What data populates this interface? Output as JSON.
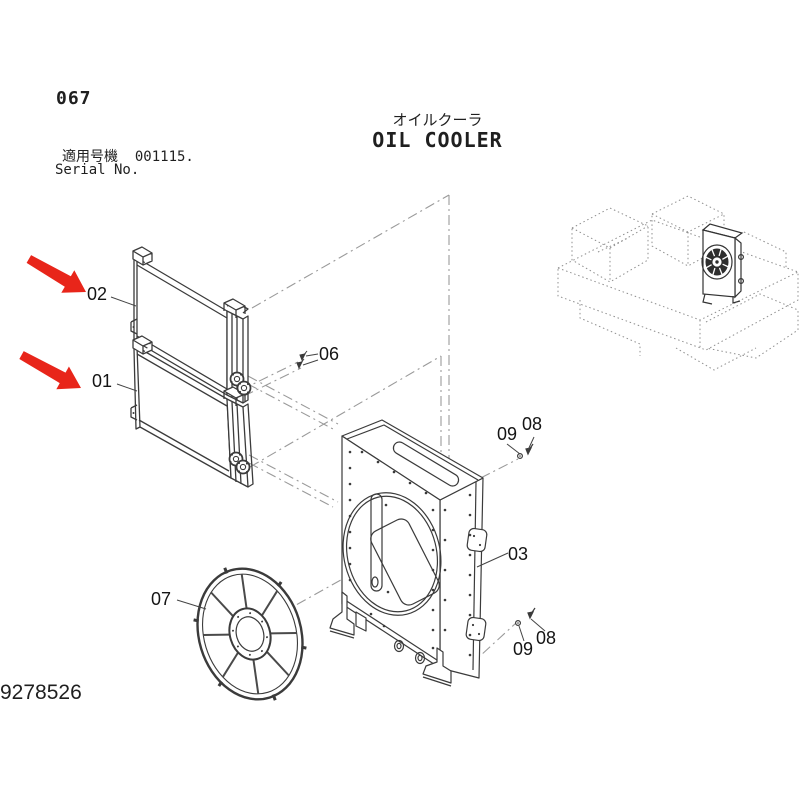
{
  "page": {
    "number": "067",
    "doc_code": "9278526"
  },
  "header": {
    "applicable_serial_label": "適用号機",
    "applicable_serial_value": "001115.",
    "serial_no_label": "Serial No.",
    "title_ja": "オイルクーラ",
    "title_en": "OIL COOLER"
  },
  "callouts": {
    "core_lower": "01",
    "core_upper": "02",
    "shroud": "03",
    "bolt_06": "06",
    "fan": "07",
    "bolt_top": "08",
    "washer_top": "09",
    "bolt_bottom": "08",
    "washer_bottom": "09"
  },
  "colors": {
    "line": "#3b3b3b",
    "dashdot": "#9a9a9a",
    "dotted": "#8f8f8f",
    "arrow": "#e8251a"
  }
}
